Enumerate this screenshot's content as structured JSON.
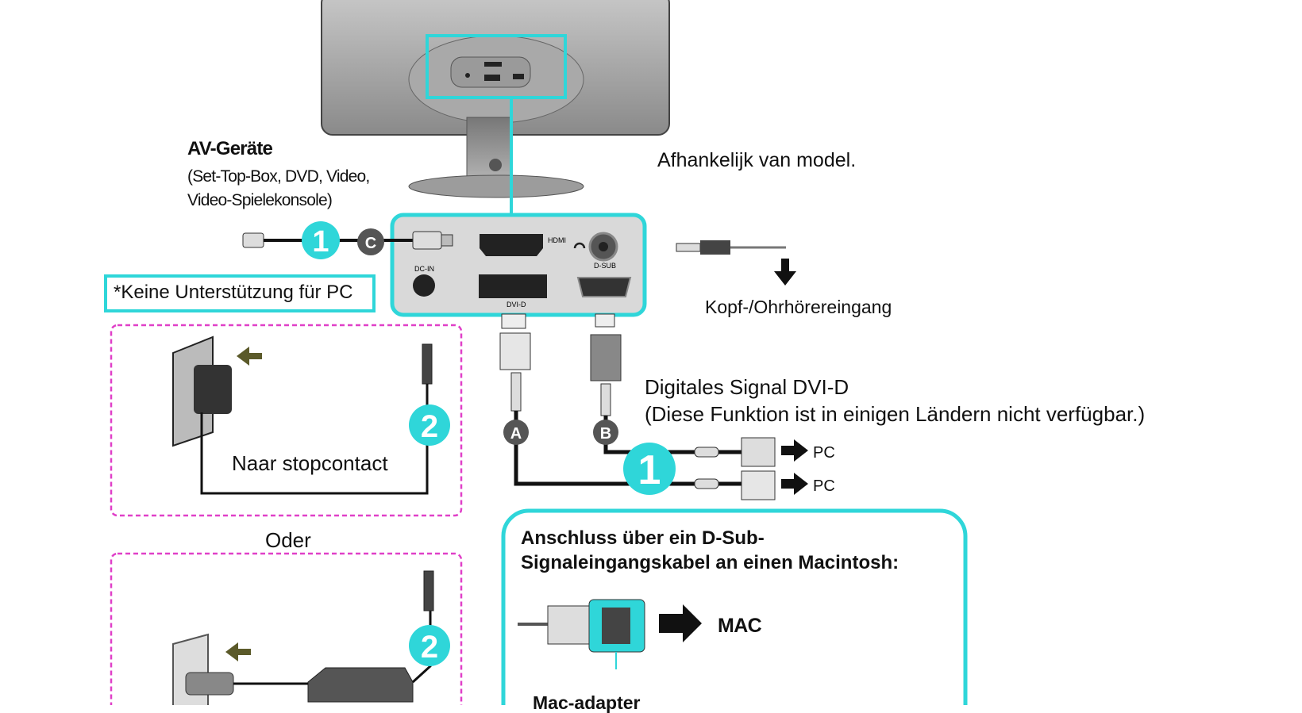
{
  "av_devices": {
    "title": "AV-Geräte",
    "subtitle": "(Set-Top-Box, DVD, Video, Video-Spielekonsole)"
  },
  "model_note": "Afhankelijk van model.",
  "headphone_label": "Kopf-/Ohrhörereingang",
  "pc_note": "*Keine Unterstützung für PC",
  "digital_signal": {
    "line1": "Digitales Signal DVI-D",
    "line2": "(Diese Funktion ist in einigen Ländern nicht verfügbar.)"
  },
  "power": {
    "outlet_label": "Naar stopcontact",
    "or_label": "Oder"
  },
  "pc_targets": [
    "PC",
    "PC"
  ],
  "markers": {
    "step1": "1",
    "step2": "2",
    "a": "A",
    "b": "B",
    "c": "C"
  },
  "ports": {
    "hdmi": "HDMI",
    "dc_in": "DC-IN",
    "dsub": "D-SUB",
    "dvid": "DVI-D"
  },
  "mac": {
    "title": "Anschluss über ein D-Sub-Signaleingangskabel an einen Macintosh:",
    "target": "MAC",
    "adapter_label": "Mac-adapter"
  },
  "colors": {
    "cyan": "#2fd6d9",
    "magenta": "#e040c8",
    "panel": "#d9d9d9"
  }
}
